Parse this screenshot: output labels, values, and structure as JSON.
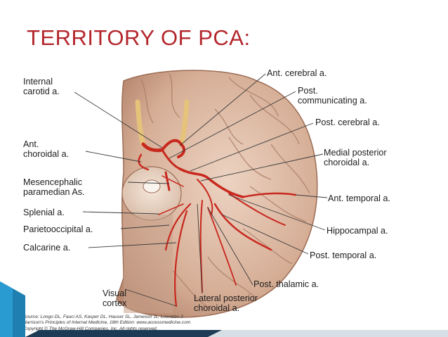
{
  "slide": {
    "title": "TERRITORY OF PCA:"
  },
  "figure": {
    "labels": {
      "internal_carotid": "Internal\ncarotid a.",
      "ant_cerebral": "Ant. cerebral a.",
      "post_communicating": "Post.\ncommunicating a.",
      "post_cerebral": "Post. cerebral a.",
      "ant_choroidal": "Ant.\nchoroidal a.",
      "medial_post_choroidal": "Medial posterior\nchoroidal a.",
      "mesencephalic": "Mesencephalic\nparamedian As.",
      "ant_temporal": "Ant. temporal a.",
      "splenial": "Splenial a.",
      "parietooccipital": "Parietooccipital a.",
      "hippocampal": "Hippocampal a.",
      "calcarine": "Calcarine a.",
      "post_temporal": "Post. temporal a.",
      "post_thalamic": "Post. thalamic a.",
      "visual_cortex": "Visual\ncortex",
      "lateral_post_choroidal": "Lateral posterior\nchoroidal a."
    },
    "source_text": "Source: Longo DL, Fauci AS, Kasper DL, Hauser SL, Jameson JL, Loscalzo J:\nHarrison's Principles of Internal Medicine, 18th Edition: www.accessmedicine.com\nCopyright © The McGraw-Hill Companies, Inc. All rights reserved."
  },
  "colors": {
    "title": "#b3262c",
    "artery": "#c8281e",
    "brain": "#d9b8a4",
    "accent": "#1f7fb0"
  }
}
